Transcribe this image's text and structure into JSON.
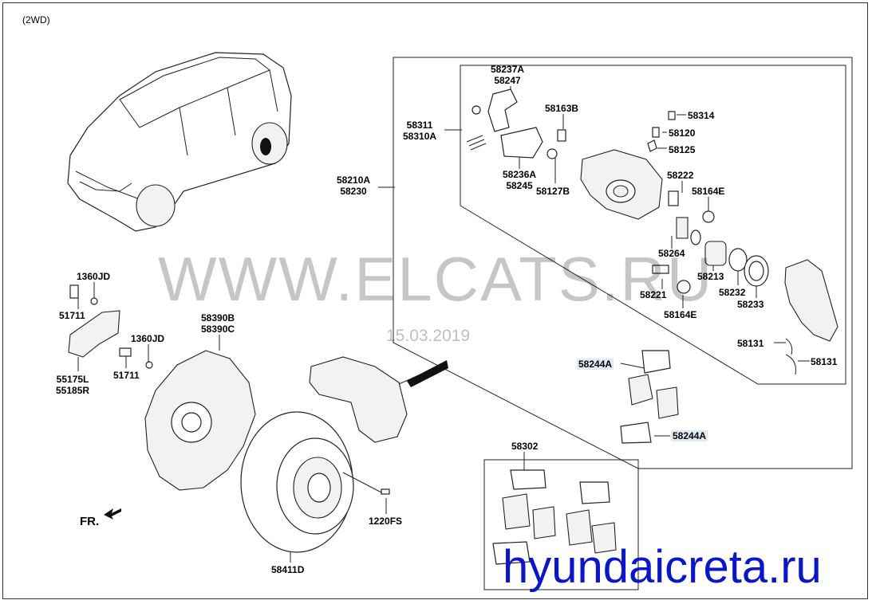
{
  "header": {
    "mode_label": "(2WD)"
  },
  "watermarks": {
    "site": "WWW.ELCATS.RU",
    "date": "15.03.2019",
    "brand": "hyundaicreta.ru"
  },
  "direction_label": "FR.",
  "colors": {
    "brand_watermark": "#0a16c8",
    "highlight": "#dfeaf5",
    "line": "#222222"
  },
  "callouts": {
    "c58237A": [
      "58237A",
      "58247"
    ],
    "c58311": [
      "58311",
      "58310A"
    ],
    "c58163B": "58163B",
    "c58314": "58314",
    "c58120": "58120",
    "c58125": "58125",
    "c58210A": [
      "58210A",
      "58230"
    ],
    "c58236A": [
      "58236A",
      "58245"
    ],
    "c58127B": "58127B",
    "c58222": "58222",
    "c58164E_top": "58164E",
    "c58264": "58264",
    "c58213": "58213",
    "c58232": "58232",
    "c58233": "58233",
    "c58221": "58221",
    "c58164E_bot": "58164E",
    "c58131_a": "58131",
    "c58131_b": "58131",
    "c58244A_top": "58244A",
    "c58244A_bot": "58244A",
    "c1360JD_a": "1360JD",
    "c51711_a": "51711",
    "c1360JD_b": "1360JD",
    "c51711_b": "51711",
    "c55175L": [
      "55175L",
      "55185R"
    ],
    "c58390B": [
      "58390B",
      "58390C"
    ],
    "c1220FS": "1220FS",
    "c58411D": "58411D",
    "c58302": "58302"
  }
}
